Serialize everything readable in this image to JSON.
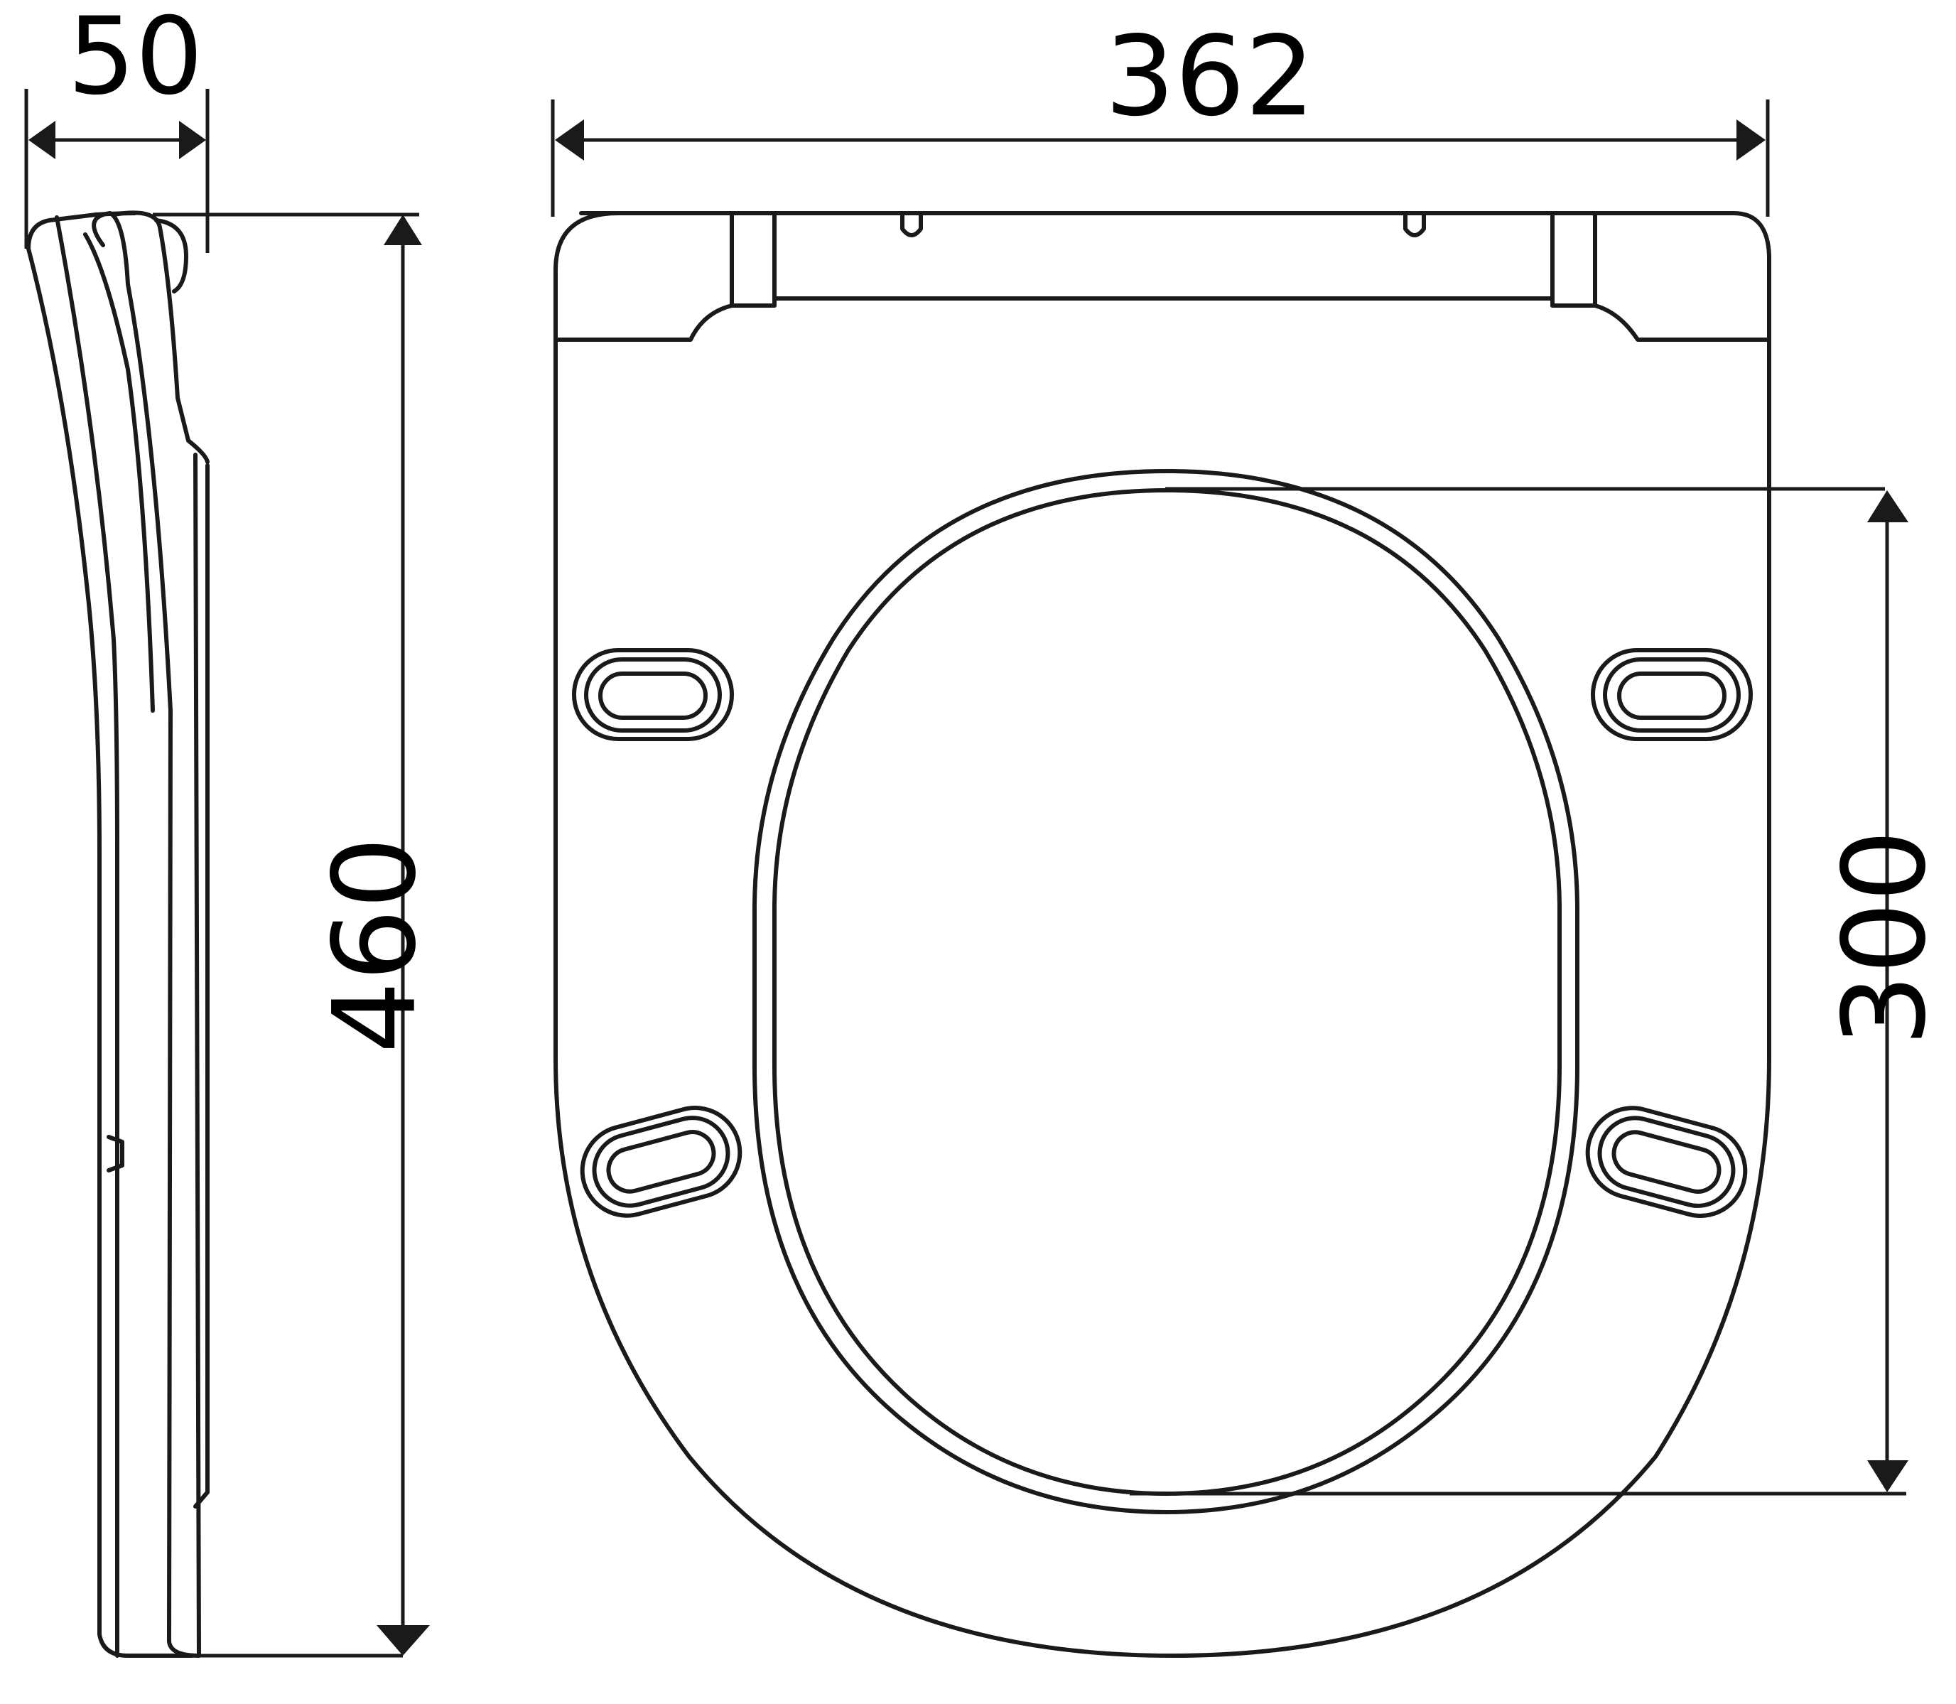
{
  "drawing": {
    "subject": "Toilet seat dimensional drawing",
    "views": [
      "side-view",
      "front-view"
    ],
    "line_color": "#1a1a1a",
    "background": "#ffffff"
  },
  "dimensions": {
    "depth": {
      "value": "50",
      "orientation": "horizontal",
      "view": "side-view"
    },
    "length": {
      "value": "460",
      "orientation": "vertical",
      "view": "side-view"
    },
    "width": {
      "value": "362",
      "orientation": "horizontal",
      "view": "front-view"
    },
    "opening_length": {
      "value": "300",
      "orientation": "vertical",
      "view": "front-view"
    }
  }
}
